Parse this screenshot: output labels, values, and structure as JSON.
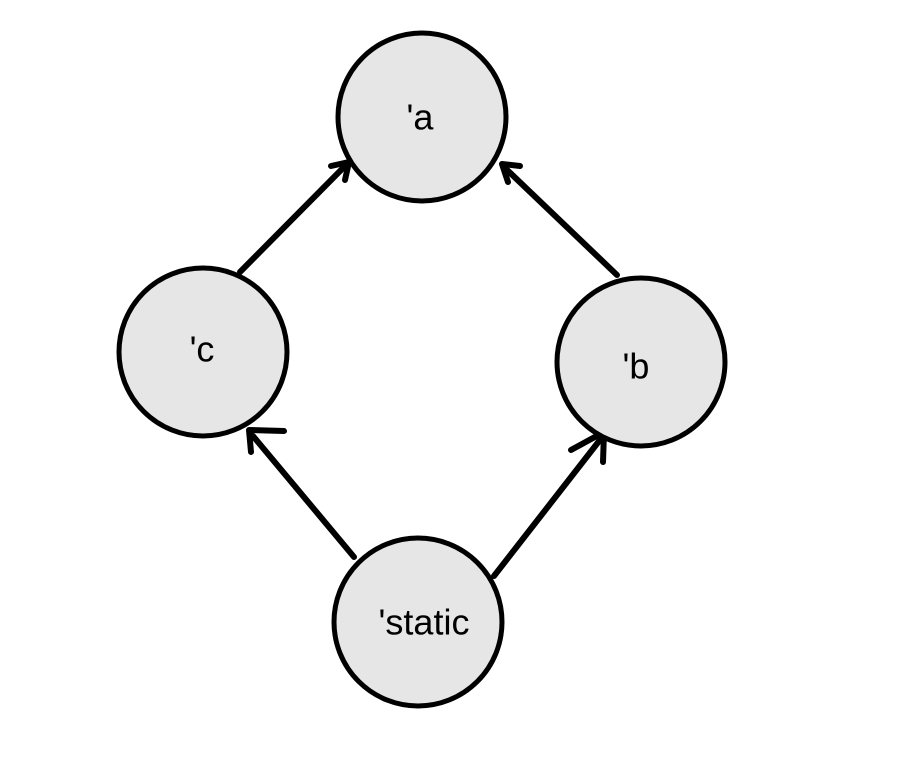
{
  "nodes": {
    "a": {
      "label": "'a"
    },
    "b": {
      "label": "'b"
    },
    "c": {
      "label": "'c"
    },
    "static": {
      "label": "'static"
    }
  },
  "edges": [
    {
      "from": "c",
      "to": "a"
    },
    {
      "from": "b",
      "to": "a"
    },
    {
      "from": "static",
      "to": "c"
    },
    {
      "from": "static",
      "to": "b"
    }
  ]
}
